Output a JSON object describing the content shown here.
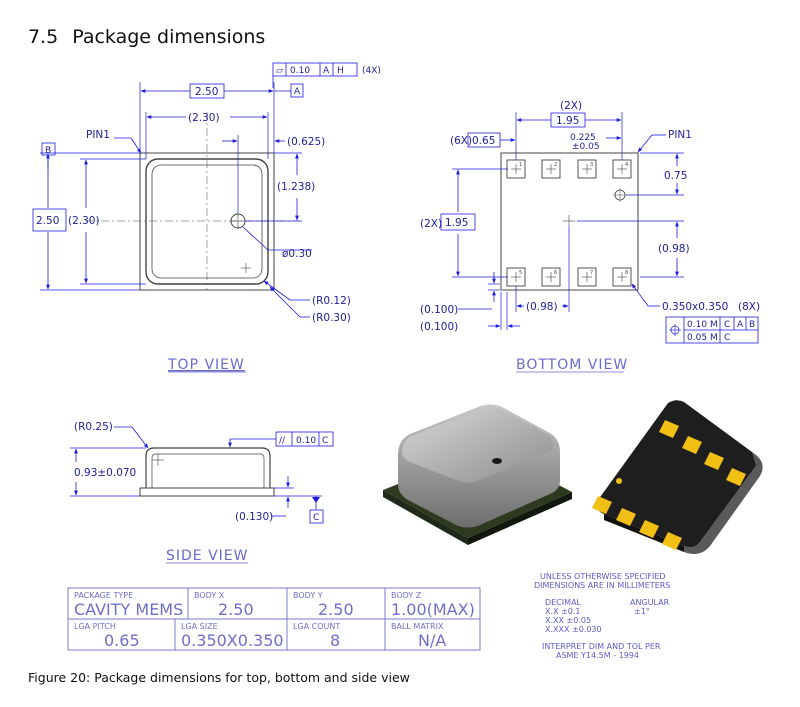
{
  "heading": {
    "number": "7.5",
    "title": "Package dimensions"
  },
  "views": {
    "top": "TOP VIEW",
    "bottom": "BOTTOM VIEW",
    "side": "SIDE VIEW"
  },
  "top_view": {
    "gdt_flat": "▱",
    "gdt_tol": "0.10",
    "gdt_ref1": "A",
    "gdt_ref2": "H",
    "gdt_count": "(4X)",
    "datum_a": "A",
    "datum_b": "B",
    "width": "2.50",
    "inner_width": "(2.30)",
    "pin_offset_x": "(0.625)",
    "pin_offset_y": "(1.238)",
    "hole_dia": "ø0.30",
    "pin1": "PIN1",
    "height": "2.50",
    "inner_height": "(2.30)",
    "radius_inner": "(R0.12)",
    "radius_outer": "(R0.30)"
  },
  "bottom_view": {
    "count_2x": "(2X)",
    "pitch_x": "1.95",
    "pad_count": "(6X)",
    "pad_pitch": "0.65",
    "pad_offset": "0.225",
    "pad_offset_tol": "±0.05",
    "pin1": "PIN1",
    "pin1_y": "0.75",
    "count_2x_y": "(2X)",
    "pitch_y": "1.95",
    "center_y": "(0.98)",
    "edge1": "(0.100)",
    "edge2": "(0.100)",
    "center_x": "(0.98)",
    "pad_size": "0.350x0.350",
    "pad_size_count": "(8X)",
    "pos_tol1": "0.10",
    "pos_tol2": "0.05",
    "ref_m": "M",
    "ref_c": "C",
    "ref_a": "A",
    "ref_b": "B",
    "pad_numbers": [
      "1",
      "2",
      "3",
      "4",
      "5",
      "6",
      "7",
      "8"
    ]
  },
  "side_view": {
    "radius": "(R0.25)",
    "height": "0.93±0.070",
    "parallel_tol": "0.10",
    "parallel_ref": "C",
    "parallel_sym": "//",
    "substrate": "(0.130)",
    "datum_c": "C"
  },
  "title_block": {
    "package_type_label": "PACKAGE TYPE",
    "package_type": "CAVITY MEMS",
    "body_x_label": "BODY X",
    "body_x": "2.50",
    "body_y_label": "BODY Y",
    "body_y": "2.50",
    "body_z_label": "BODY Z",
    "body_z": "1.00(MAX)",
    "lga_pitch_label": "LGA PITCH",
    "lga_pitch": "0.65",
    "lga_size_label": "LGA SIZE",
    "lga_size": "0.350X0.350",
    "lga_count_label": "LGA COUNT",
    "lga_count": "8",
    "ball_matrix_label": "BALL MATRIX",
    "ball_matrix": "N/A"
  },
  "notes": {
    "line1": "UNLESS OTHERWISE SPECIFIED",
    "line2": "DIMENSIONS ARE IN MILLIMETERS",
    "decimal_label": "DECIMAL",
    "angular_label": "ANGULAR",
    "tol1": "X.X  ±0.1",
    "tol2": "X.XX  ±0.05",
    "tol3": "X.XXX  ±0.030",
    "angular_tol": "±1°",
    "line3": "INTERPRET DIM AND TOL PER",
    "line4": "ASME Y14.5M - 1994"
  },
  "caption": "Figure 20: Package dimensions for top, bottom and side view",
  "colors": {
    "line": "#1c1ce0",
    "text": "#22229a",
    "outline": "#444444",
    "pad": "#f2c014"
  }
}
